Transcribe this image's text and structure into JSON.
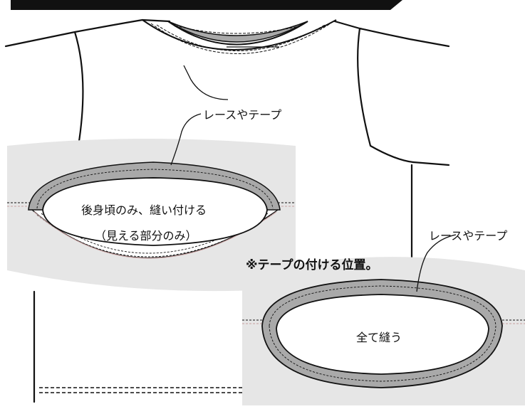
{
  "labels": {
    "tape_top": "レースやテープ",
    "inner_back": "後身頃のみ、縫い付ける",
    "inner_back_note": "（見える部分のみ）",
    "tape_right": "レースやテープ",
    "position_title": "※テープの付ける位置。",
    "inner_all": "全て縫う"
  },
  "colors": {
    "background": "#ffffff",
    "zoom_panel": "#e6e6e6",
    "tape_band": "#a9a9a9",
    "outline": "#111111",
    "header_bar": "#111111",
    "seam_red": "#c8a0a0"
  },
  "icons": {
    "shirt": "t-shirt-outline",
    "neckline_left": "neckline-detail-back",
    "neckline_right": "neckline-detail-all"
  }
}
